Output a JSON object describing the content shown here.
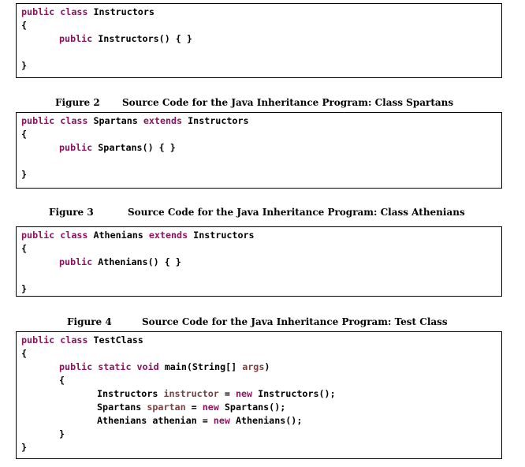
{
  "colors": {
    "keyword": "#8C145F",
    "identifier": "#784141",
    "plain": "#000000",
    "border": "#000000",
    "background": "#ffffff"
  },
  "captions": [
    {
      "label": "Figure 2",
      "desc": "Source Code for the Java Inheritance Program: Class Spartans"
    },
    {
      "label": "Figure 3",
      "desc": "Source Code for the Java Inheritance Program: Class Athenians"
    },
    {
      "label": "Figure 4",
      "desc": "Source Code for the Java Inheritance Program: Test Class"
    }
  ],
  "code_boxes": [
    {
      "name": "class-instructors",
      "lines": [
        {
          "indent": 0,
          "tokens": [
            {
              "t": "public class ",
              "c": "keyword"
            },
            {
              "t": "Instructors",
              "c": "plain"
            }
          ]
        },
        {
          "indent": 0,
          "tokens": [
            {
              "t": "{",
              "c": "plain"
            }
          ]
        },
        {
          "indent": 1,
          "tokens": [
            {
              "t": "public ",
              "c": "keyword"
            },
            {
              "t": "Instructors() { }",
              "c": "plain"
            }
          ]
        },
        {
          "indent": 0,
          "tokens": []
        },
        {
          "indent": 0,
          "tokens": [
            {
              "t": "}",
              "c": "plain"
            }
          ]
        }
      ]
    },
    {
      "name": "class-spartans",
      "lines": [
        {
          "indent": 0,
          "tokens": [
            {
              "t": "public class ",
              "c": "keyword"
            },
            {
              "t": "Spartans ",
              "c": "plain"
            },
            {
              "t": "extends ",
              "c": "keyword"
            },
            {
              "t": "Instructors",
              "c": "plain"
            }
          ]
        },
        {
          "indent": 0,
          "tokens": [
            {
              "t": "{",
              "c": "plain"
            }
          ]
        },
        {
          "indent": 1,
          "tokens": [
            {
              "t": "public ",
              "c": "keyword"
            },
            {
              "t": "Spartans() { }",
              "c": "plain"
            }
          ]
        },
        {
          "indent": 0,
          "tokens": []
        },
        {
          "indent": 0,
          "tokens": [
            {
              "t": "}",
              "c": "plain"
            }
          ]
        }
      ]
    },
    {
      "name": "class-athenians",
      "lines": [
        {
          "indent": 0,
          "tokens": [
            {
              "t": "public class ",
              "c": "keyword"
            },
            {
              "t": "Athenians ",
              "c": "plain"
            },
            {
              "t": "extends ",
              "c": "keyword"
            },
            {
              "t": "Instructors",
              "c": "plain"
            }
          ]
        },
        {
          "indent": 0,
          "tokens": [
            {
              "t": "{",
              "c": "plain"
            }
          ]
        },
        {
          "indent": 1,
          "tokens": [
            {
              "t": "public ",
              "c": "keyword"
            },
            {
              "t": "Athenians() { }",
              "c": "plain"
            }
          ]
        },
        {
          "indent": 0,
          "tokens": []
        },
        {
          "indent": 0,
          "tokens": [
            {
              "t": "}",
              "c": "plain"
            }
          ]
        }
      ]
    },
    {
      "name": "test-class",
      "lines": [
        {
          "indent": 0,
          "tokens": [
            {
              "t": "public class ",
              "c": "keyword"
            },
            {
              "t": "TestClass",
              "c": "plain"
            }
          ]
        },
        {
          "indent": 0,
          "tokens": [
            {
              "t": "{",
              "c": "plain"
            }
          ]
        },
        {
          "indent": 1,
          "tokens": [
            {
              "t": "public static void ",
              "c": "keyword"
            },
            {
              "t": "main(String[] ",
              "c": "plain"
            },
            {
              "t": "args",
              "c": "identifier"
            },
            {
              "t": ")",
              "c": "plain"
            }
          ]
        },
        {
          "indent": 1,
          "tokens": [
            {
              "t": "{",
              "c": "plain"
            }
          ]
        },
        {
          "indent": 2,
          "tokens": [
            {
              "t": "Instructors ",
              "c": "plain"
            },
            {
              "t": "instructor",
              "c": "identifier"
            },
            {
              "t": " = ",
              "c": "plain"
            },
            {
              "t": "new ",
              "c": "keyword"
            },
            {
              "t": "Instructors();",
              "c": "plain"
            }
          ]
        },
        {
          "indent": 2,
          "tokens": [
            {
              "t": "Spartans ",
              "c": "plain"
            },
            {
              "t": "spartan",
              "c": "identifier"
            },
            {
              "t": " = ",
              "c": "plain"
            },
            {
              "t": "new ",
              "c": "keyword"
            },
            {
              "t": "Spartans();",
              "c": "plain"
            }
          ]
        },
        {
          "indent": 2,
          "tokens": [
            {
              "t": "Athenians athenian = ",
              "c": "plain"
            },
            {
              "t": "new ",
              "c": "keyword"
            },
            {
              "t": "Athenians();",
              "c": "plain"
            }
          ]
        },
        {
          "indent": 1,
          "tokens": [
            {
              "t": "}",
              "c": "plain"
            }
          ]
        },
        {
          "indent": 0,
          "tokens": [
            {
              "t": "}",
              "c": "plain"
            }
          ]
        }
      ]
    }
  ]
}
